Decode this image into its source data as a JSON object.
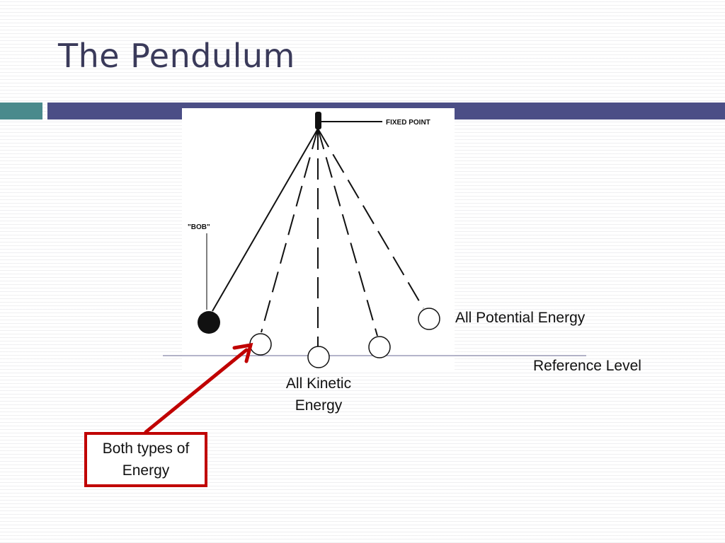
{
  "slide": {
    "title": "The Pendulum"
  },
  "colors": {
    "title": "#3a3a5a",
    "bar_teal": "#4a8a8c",
    "bar_blue": "#4b4e86",
    "arrow": "#c00000",
    "reference_line": "#8888aa"
  },
  "diagram": {
    "fixed_point_label": "FIXED POINT",
    "bob_label": "\"BOB\"",
    "all_potential_label": "All Potential Energy",
    "reference_level_label": "Reference Level",
    "all_kinetic_label_line1": "All Kinetic",
    "all_kinetic_label_line2": "Energy",
    "both_types_label": "Both types of Energy"
  }
}
